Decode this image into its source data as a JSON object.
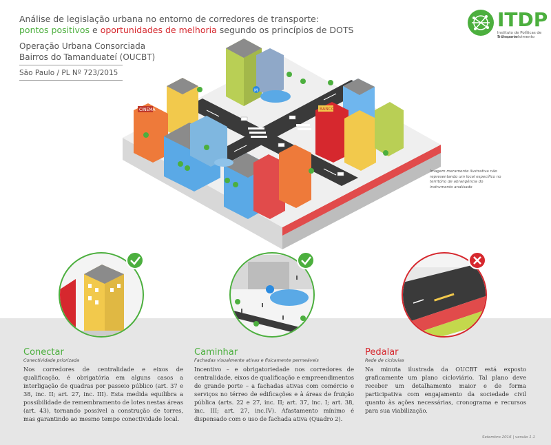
{
  "header": {
    "title_line1": "Análise de legislação urbana no entorno de corredores de transporte:",
    "title_line2_a": "pontos positivos",
    "title_line2_b": " e ",
    "title_line2_c": "oportunidades de melhoria",
    "title_line2_d": " segundo os princípios de DOTS",
    "subtitle_line1": "Operação Urbana Consorciada",
    "subtitle_line2": "Bairros do Tamanduateí (OUCBT)",
    "location": "São Paulo / PL Nº 723/2015"
  },
  "logo": {
    "name": "ITDP",
    "tagline1": "Instituto de Políticas de Transporte",
    "tagline2": "& Desenvolvimento"
  },
  "illustration": {
    "caption": "Imagem meramente ilustrativa não representando um local específico no território de abrangência do instrumento analisado",
    "signs": {
      "cinema": "CINEMA",
      "banco": "BANCO",
      "metro": "M"
    }
  },
  "sections": [
    {
      "title": "Conectar",
      "subtitle": "Conectividade priorizada",
      "status": "check",
      "body": "Nos corredores de centralidade e eixos de qualificação, é obrigatória em alguns casos a interligação de quadras por passeio público (art. 37 e 38, inc. II; art. 27, inc. III). Esta medida equilibra a possibilidade de remembramento de lotes nestas áreas (art. 43), tornando possível a construção de torres, mas garantindo ao mesmo tempo conectividade local."
    },
    {
      "title": "Caminhar",
      "subtitle": "Fachadas visualmente ativas e fisicamente permeáveis",
      "status": "check",
      "body": "Incentivo – e obrigatoriedade nos corredores de centralidade, eixos de qualificação e empreendimentos de grande porte – a fachadas ativas com comércio e serviços no térreo de edificações e à áreas de fruição pública (arts. 22 e 27, inc. II; art. 37, inc. I; art. 38, inc. III; art. 27, inc.IV). Afastamento mínimo é dispensado com o uso de fachada ativa (Quadro 2)."
    },
    {
      "title": "Pedalar",
      "subtitle": "Rede de ciclovias",
      "status": "cross",
      "body": "Na minuta ilustrada da OUCBT está exposto graficamente um plano cicloviário. Tal plano deve receber um detalhamento maior e de forma participativa com engajamento da sociedade civil quanto às ações necessárias, cronograma e recursos para sua viabilização."
    }
  ],
  "footer": "Setembro 2016 | versão 1.1",
  "colors": {
    "green": "#4caf3e",
    "red": "#d6282e",
    "band": "#e6e6e6"
  }
}
